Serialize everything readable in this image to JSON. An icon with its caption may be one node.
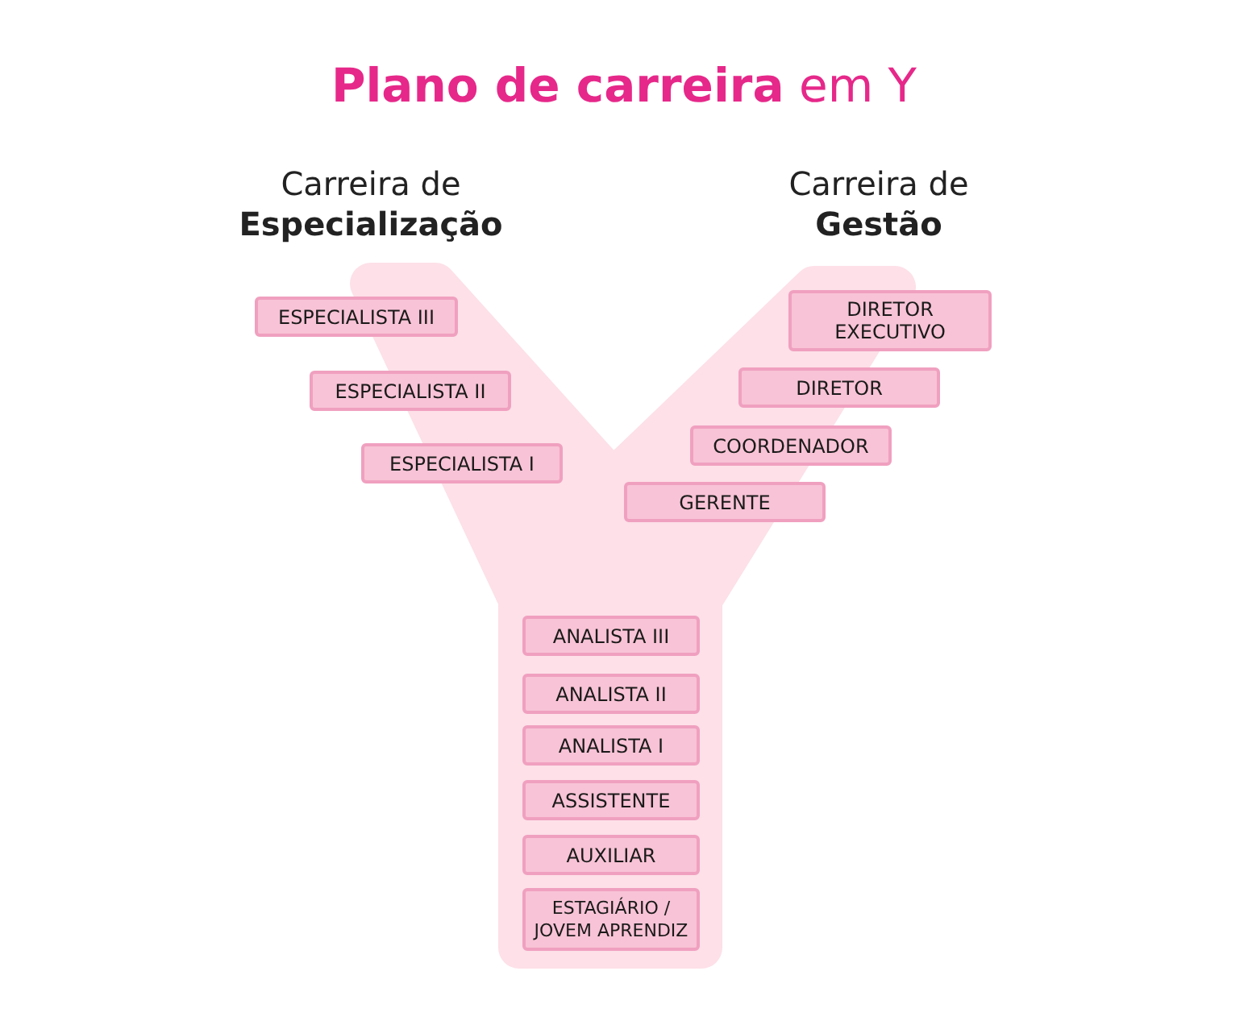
{
  "diagram": {
    "title": "**Plano de carreira** em Y",
    "nodes": [
      {
        "text": [
          "ESPECIALISTA III"
        ]
      },
      {
        "text": [
          "ESPECIALISTA II"
        ]
      },
      {
        "text": [
          "ESPECIALISTA I"
        ]
      },
      {
        "text": [
          "DIRETOR EXECUTIVO"
        ]
      },
      {
        "text": [
          "DIRETOR"
        ]
      },
      {
        "text": [
          "COORDENADOR"
        ]
      },
      {
        "text": [
          "GERENTE"
        ]
      },
      {
        "text": [
          "ANALISTA III"
        ]
      },
      {
        "text": [
          "ANALISTA II"
        ]
      },
      {
        "text": [
          "ANALISTA I"
        ]
      },
      {
        "text": [
          "ASSISTENTE"
        ]
      },
      {
        "text": [
          "AUXILIAR"
        ]
      },
      {
        "text": [
          "ESTAGIÁRIO / JOVEM APRENDIZ"
        ]
      }
    ],
    "labels": [
      "Carreira de **Especialização**",
      "Carreira de **Gestão**"
    ]
  }
}
